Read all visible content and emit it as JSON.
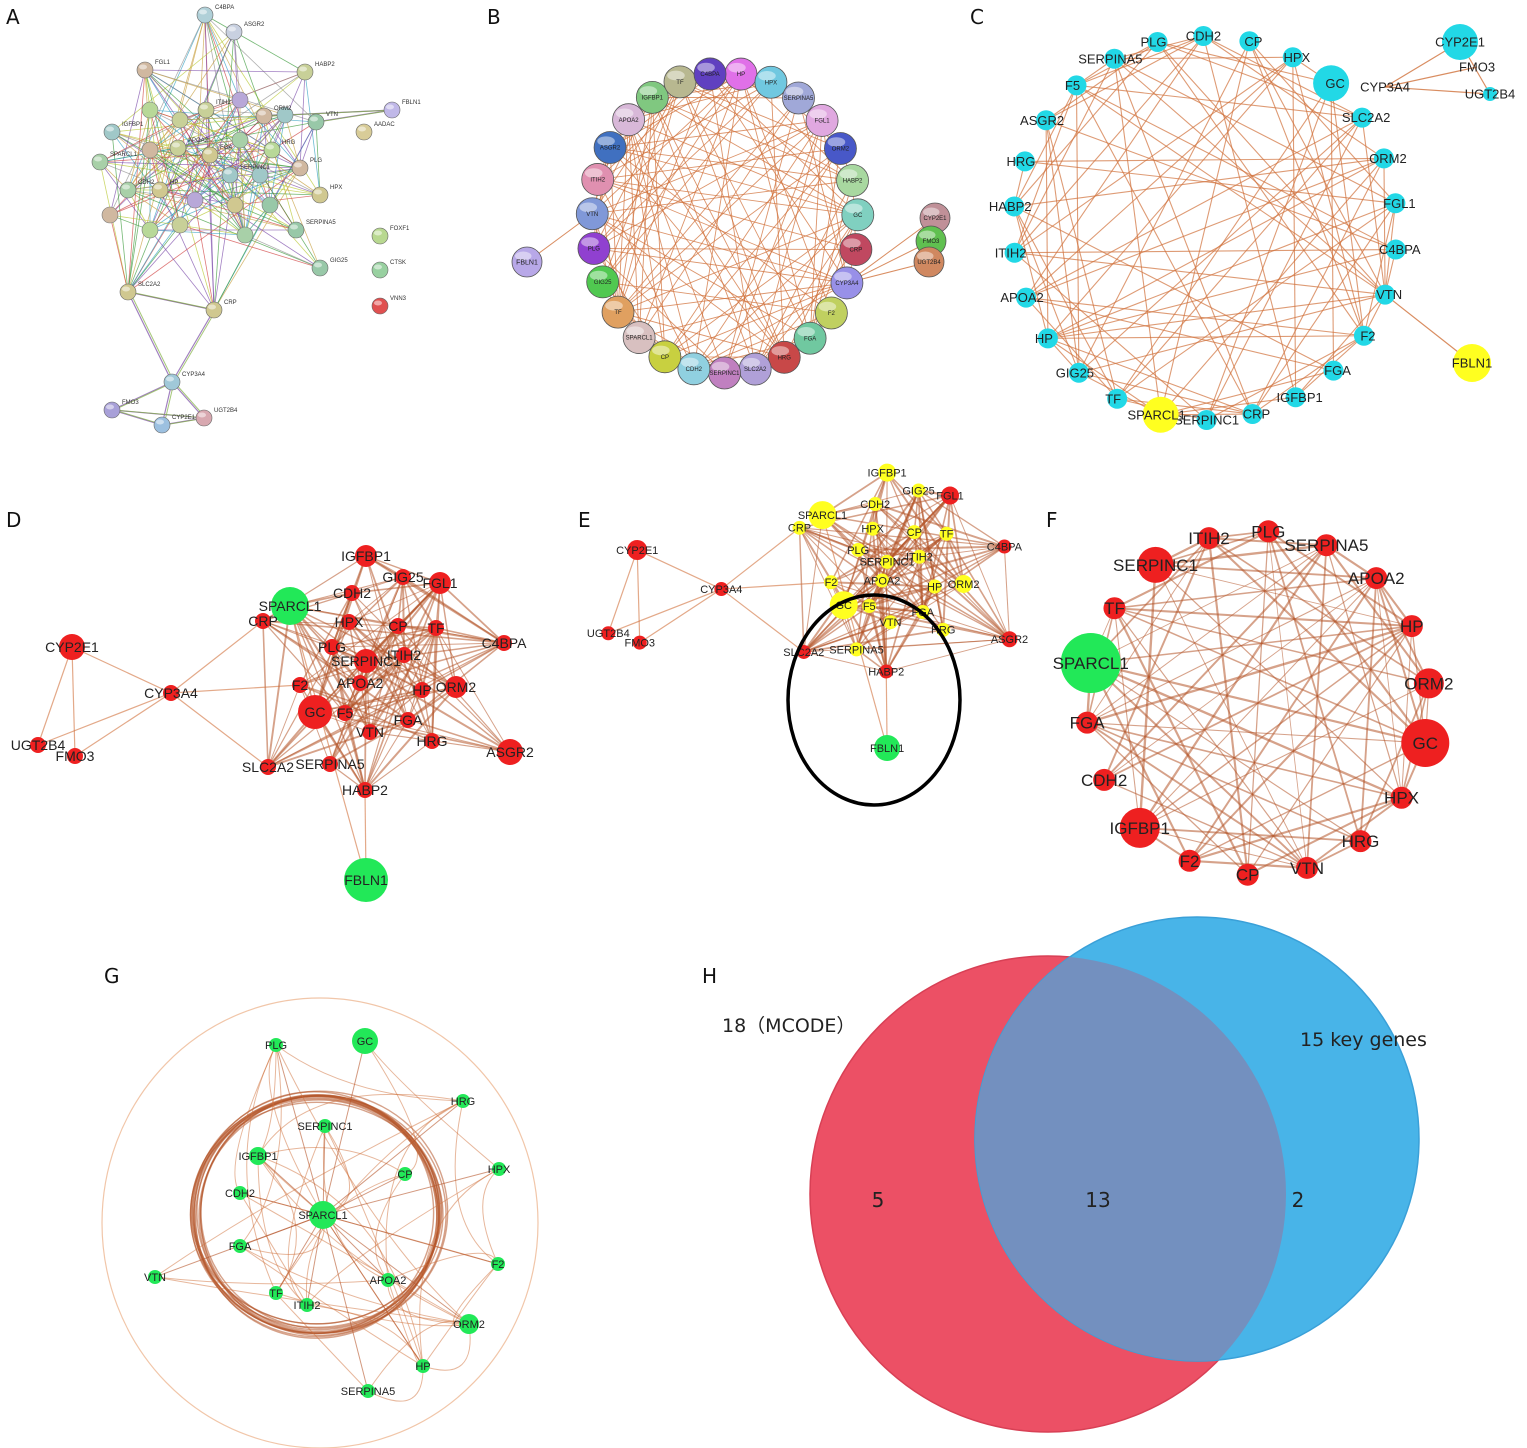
{
  "panel_labels": [
    "A",
    "B",
    "C",
    "D",
    "E",
    "F",
    "G",
    "H"
  ],
  "colors": {
    "edge": "#d0703a",
    "edge_dark": "#b5552a",
    "cyan": "#22d8e6",
    "yellow": "#ffff20",
    "red": "#ee2020",
    "green": "#22e858",
    "venn_red": "#ec5065",
    "venn_blue": "#48b4e8",
    "venn_overlap": "#7390bf"
  },
  "panel_a": {
    "nodes": [
      "C4BPA",
      "ASGR2",
      "FGL1",
      "HABP2",
      "FBLN1",
      "ITIH2",
      "ORM2",
      "VTN",
      "IGFBP1",
      "APOA2",
      "FGA",
      "AADAC",
      "SPARCL1",
      "HRG",
      "CDH2",
      "HP",
      "PLG",
      "HPX",
      "SERPINC1",
      "SERPINA5",
      "FOXF1",
      "CTSK",
      "SLC2A2",
      "GIG25",
      "VNN3",
      "CRP",
      "CYP3A4",
      "FMO3",
      "CYP2E1",
      "UGT2B4"
    ]
  },
  "panel_b": {
    "ring": [
      "HP",
      "HPX",
      "SERPINA5",
      "FGL1",
      "ORM2",
      "HABP2",
      "GC",
      "CRP",
      "CYP3A4",
      "F2",
      "FGA",
      "HRG",
      "SLC2A2",
      "SERPINC1",
      "CDH2",
      "CP",
      "SPARCL1",
      "TF",
      "GIG25",
      "PLG",
      "VTN",
      "ITIH2",
      "ASGR2",
      "APOA2",
      "IGFBP1",
      "TF",
      "C4BPA"
    ],
    "outer_left": "FBLN1",
    "outer_right": [
      "CYP2E1",
      "FMO3",
      "UGT2B4"
    ]
  },
  "panel_c": {
    "ring": [
      "PLG",
      "CDH2",
      "CP",
      "HPX",
      "GC",
      "SLC2A2",
      "ORM2",
      "FGL1",
      "C4BPA",
      "VTN",
      "F2",
      "FGA",
      "IGFBP1",
      "CRP",
      "SERPINC1",
      "SPARCL1",
      "TF",
      "GIG25",
      "HP",
      "APOA2",
      "ITIH2",
      "HABP2",
      "HRG",
      "ASGR2",
      "F5",
      "SERPINA5"
    ],
    "extra": [
      "CYP3A4",
      "CYP2E1",
      "FMO3",
      "UGT2B4",
      "FBLN1"
    ]
  },
  "panel_d": {
    "nodes": [
      "IGFBP1",
      "GIG25",
      "FGL1",
      "CDH2",
      "SPARCL1",
      "CRP",
      "HPX",
      "CP",
      "TF",
      "PLG",
      "C4BPA",
      "SERPINC1",
      "ITIH2",
      "APOA2",
      "HP",
      "ORM2",
      "F2",
      "GC",
      "F5",
      "FGA",
      "VTN",
      "HRG",
      "ASGR2",
      "SLC2A2",
      "SERPINA5",
      "HABP2",
      "FBLN1",
      "CYP2E1",
      "CYP3A4",
      "UGT2B4",
      "FMO3"
    ]
  },
  "panel_f": {
    "ring": [
      "PLG",
      "SERPINA5",
      "APOA2",
      "HP",
      "ORM2",
      "GC",
      "HPX",
      "HRG",
      "VTN",
      "CP",
      "F2",
      "IGFBP1",
      "CDH2",
      "FGA",
      "SPARCL1",
      "TF",
      "SERPINC1",
      "ITIH2"
    ]
  },
  "panel_g": {
    "nodes": [
      "PLG",
      "GC",
      "HRG",
      "SERPINC1",
      "IGFBP1",
      "CP",
      "HPX",
      "CDH2",
      "SPARCL1",
      "FGA",
      "F2",
      "VTN",
      "TF",
      "ITIH2",
      "APOA2",
      "ORM2",
      "HP",
      "SERPINA5"
    ]
  },
  "venn": {
    "left_label": "18（MCODE）",
    "right_label": "15 key genes",
    "left_only": "5",
    "overlap": "13",
    "right_only": "2"
  }
}
